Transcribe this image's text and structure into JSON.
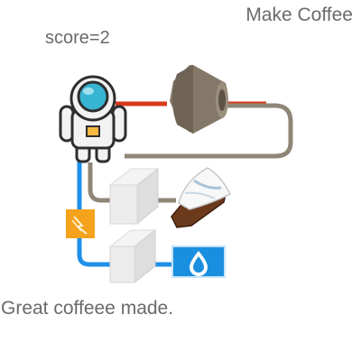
{
  "game": {
    "title": "Make Coffee",
    "score_text": "score=2",
    "message": "Great coffeee made."
  },
  "icons": {
    "character": "astronaut-icon",
    "speaker": "speaker-icon",
    "power": "power-icon",
    "coffee_beans": "coffee-beans-icon",
    "water": "water-drop-icon"
  },
  "colors": {
    "text": "#6a6a6a",
    "wire_red": "#d93a1a",
    "wire_gray": "#8f8678",
    "wire_blue": "#1f8fe8",
    "power_orange": "#f5a21c",
    "water_blue": "#1a8fe0",
    "helmet_visor": "#37b4d2"
  }
}
